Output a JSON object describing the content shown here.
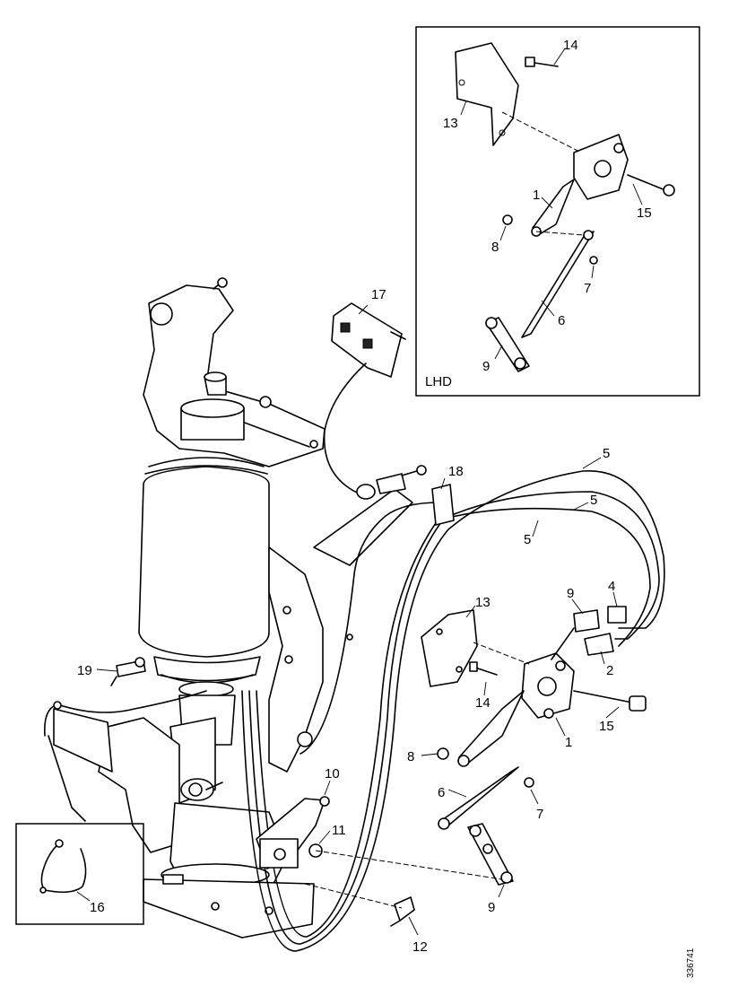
{
  "inset_lhd": {
    "label": "LHD",
    "callouts": [
      "14",
      "13",
      "1",
      "15",
      "8",
      "7",
      "6",
      "9"
    ]
  },
  "main_callouts": [
    "17",
    "18",
    "5",
    "5",
    "5",
    "13",
    "9",
    "4",
    "2",
    "14",
    "15",
    "1",
    "19",
    "8",
    "6",
    "7",
    "10",
    "11",
    "9",
    "12"
  ],
  "inset_clip": {
    "callout": "16"
  },
  "reference_number": "336741"
}
